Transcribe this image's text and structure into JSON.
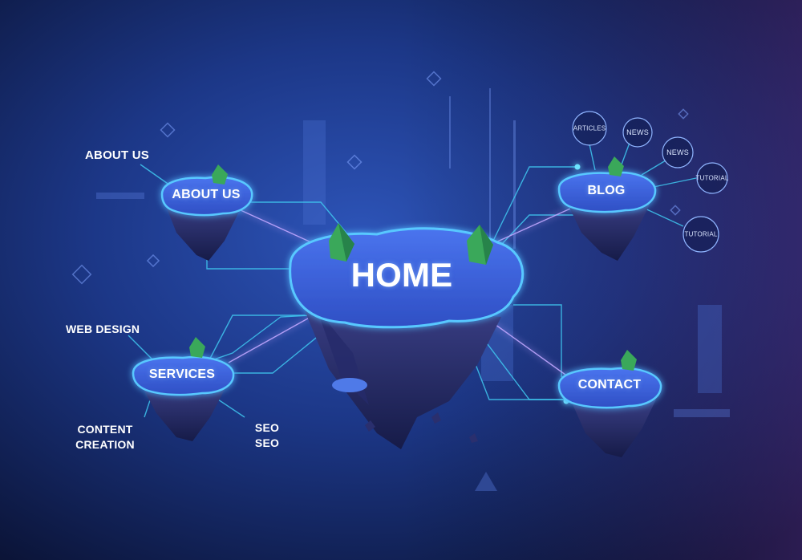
{
  "home": {
    "label": "HOME"
  },
  "islands": {
    "about": "ABOUT US",
    "blog": "BLOG",
    "services": "SERVICES",
    "contact": "CONTACT"
  },
  "outer_labels": {
    "about_us": "ABOUT US",
    "web_design": "WEB DESIGN",
    "content_creation_line1": "CONTENT",
    "content_creation_line2": "CREATION",
    "seo_line1": "SEO",
    "seo_line2": "SEO"
  },
  "blog_bubbles": [
    "ARTICLES",
    "NEWS",
    "NEWS",
    "TUTORIAL",
    "TUTORIAL"
  ],
  "colors": {
    "bg_dark": "#0b1640",
    "bg_light": "#2a4db0",
    "island_top": "#3f64e0",
    "island_glow": "#4fc3ff",
    "rock": "#2a2f6e",
    "tree": "#3aa85a",
    "line_cyan": "#3fc8f0",
    "line_violet": "#b89cff"
  }
}
